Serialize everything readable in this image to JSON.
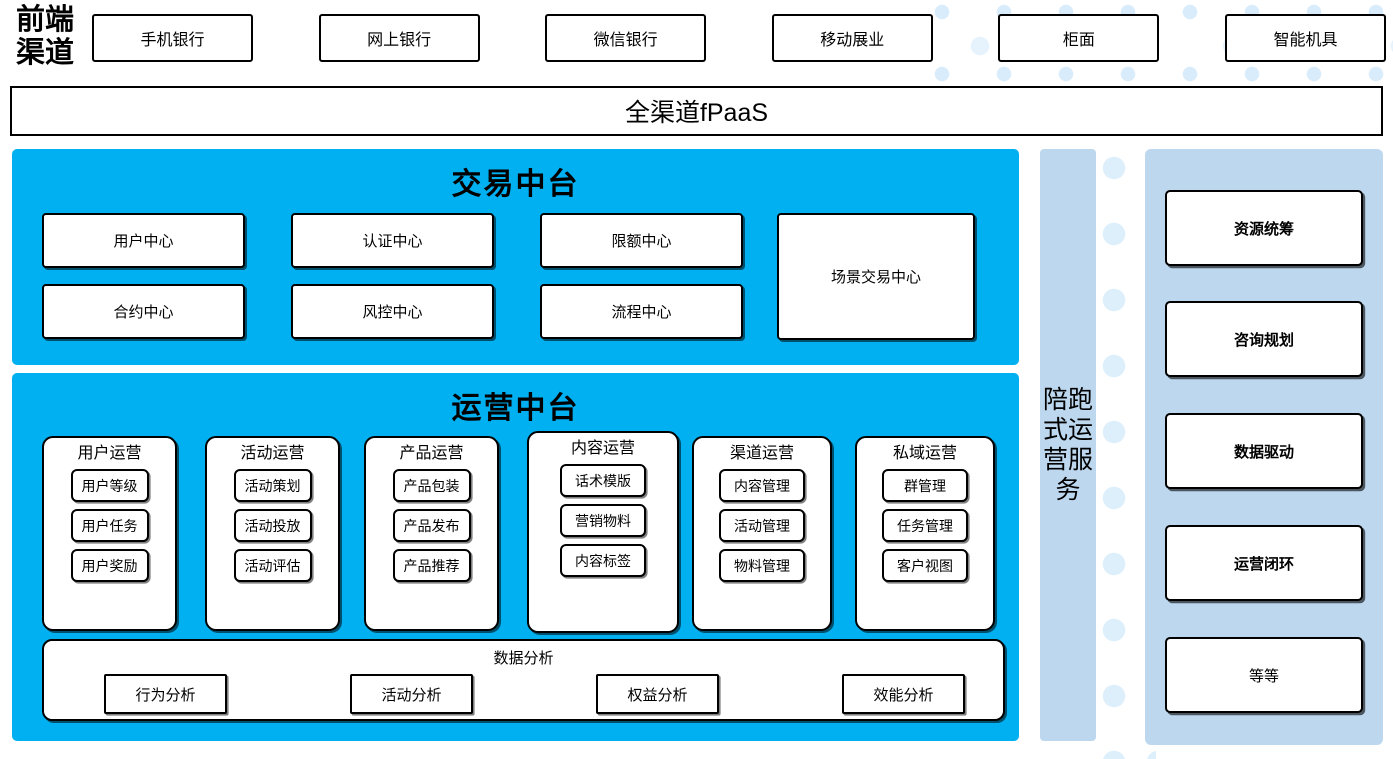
{
  "front_channel": {
    "label": "前端\n渠道",
    "label_line1": "前端",
    "label_line2": "渠道",
    "channels": [
      {
        "label": "手机银行"
      },
      {
        "label": "网上银行"
      },
      {
        "label": "微信银行"
      },
      {
        "label": "移动展业"
      },
      {
        "label": "柜面"
      },
      {
        "label": "智能机具"
      }
    ]
  },
  "platform_banner": {
    "label": "全渠道fPaaS"
  },
  "trade_center": {
    "title": "交易中台",
    "accent_color": "#00b0f0",
    "centers": [
      {
        "label": "用户中心"
      },
      {
        "label": "认证中心"
      },
      {
        "label": "限额中心"
      },
      {
        "label": "合约中心"
      },
      {
        "label": "风控中心"
      },
      {
        "label": "流程中心"
      }
    ],
    "scene_center": {
      "label": "场景交易中心"
    }
  },
  "ops_center": {
    "title": "运营中台",
    "accent_color": "#00b0f0",
    "columns": [
      {
        "title": "用户运营",
        "items": [
          "用户等级",
          "用户任务",
          "用户奖励"
        ]
      },
      {
        "title": "活动运营",
        "items": [
          "活动策划",
          "活动投放",
          "活动评估"
        ]
      },
      {
        "title": "产品运营",
        "items": [
          "产品包装",
          "产品发布",
          "产品推荐"
        ]
      },
      {
        "title": "内容运营",
        "items": [
          "话术模版",
          "营销物料",
          "内容标签"
        ]
      },
      {
        "title": "渠道运营",
        "items": [
          "内容管理",
          "活动管理",
          "物料管理"
        ]
      },
      {
        "title": "私域运营",
        "items": [
          "群管理",
          "任务管理",
          "客户视图"
        ]
      }
    ],
    "analysis": {
      "title": "数据分析",
      "items": [
        "行为分析",
        "活动分析",
        "权益分析",
        "效能分析"
      ]
    }
  },
  "service_strip": {
    "label": "陪跑式运营服务",
    "background_color": "#bdd7ee"
  },
  "capabilities": {
    "background_color": "#bdd7ee",
    "items": [
      {
        "label": "资源统筹",
        "bold": true
      },
      {
        "label": "咨询规划",
        "bold": true
      },
      {
        "label": "数据驱动",
        "bold": true
      },
      {
        "label": "运营闭环",
        "bold": true
      },
      {
        "label": "等等",
        "bold": false
      }
    ]
  }
}
